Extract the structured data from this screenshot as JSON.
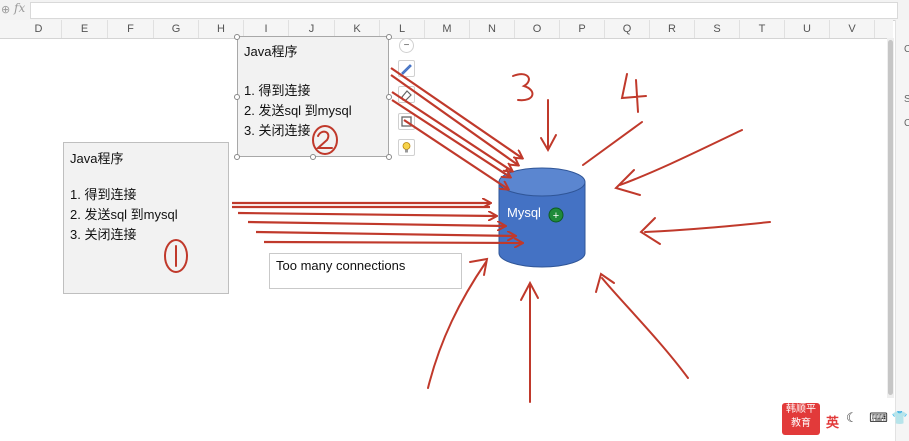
{
  "formula_bar": {
    "zoom_icon": "zoom-magnifier-icon",
    "fx_label": "fx",
    "value": ""
  },
  "columns": [
    "D",
    "E",
    "F",
    "G",
    "H",
    "I",
    "J",
    "K",
    "L",
    "M",
    "N",
    "O",
    "P",
    "Q",
    "R",
    "S",
    "T",
    "U",
    "V"
  ],
  "right_panel_glyphs": [
    "C",
    "S",
    "C"
  ],
  "textbox_main": {
    "title": "Java程序",
    "steps": [
      "1. 得到连接",
      "2. 发送sql 到mysql",
      "3. 关闭连接"
    ]
  },
  "textbox_selected": {
    "title": "Java程序",
    "steps": [
      "1. 得到连接",
      "2. 发送sql 到mysql",
      "3. 关闭连接"
    ]
  },
  "mini_toolbar": [
    "minus-icon",
    "pen-icon",
    "eraser-icon",
    "frame-icon",
    "bulb-icon"
  ],
  "message_box": {
    "text": "Too many connections"
  },
  "database": {
    "label": "Mysql",
    "badge": "+",
    "color": "#4472c4"
  },
  "annotations": {
    "circled_numbers": [
      "1",
      "2"
    ],
    "handwritten_numbers": [
      "3",
      "4"
    ],
    "ink_color": "#c0392b"
  },
  "branding": {
    "line1": "韩顺平",
    "line2": "教育"
  },
  "ime": {
    "mode_label": "英",
    "icons": [
      "moon-icon",
      "keyboard-icon",
      "shirt-icon"
    ]
  }
}
